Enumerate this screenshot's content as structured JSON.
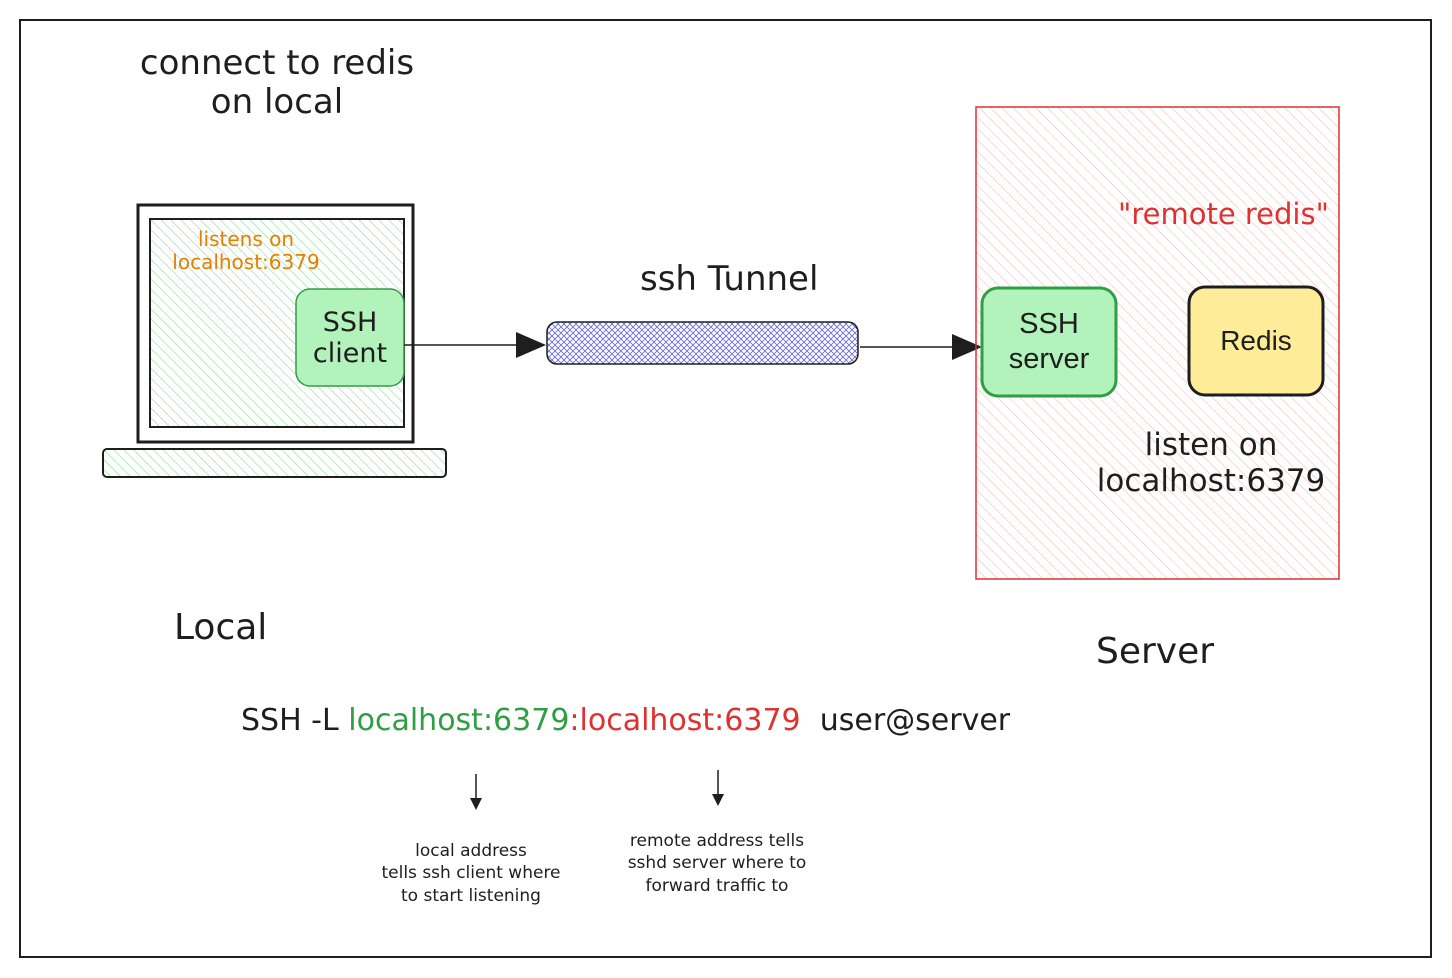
{
  "title": {
    "line1": "connect to redis",
    "line2": "on local"
  },
  "laptop": {
    "listens_line1": "listens on",
    "listens_line2": "localhost:6379",
    "ssh_client_line1": "SSH",
    "ssh_client_line2": "client"
  },
  "tunnel": {
    "label": "ssh Tunnel"
  },
  "server_box": {
    "label": "\"remote redis\"",
    "ssh_server_line1": "SSH",
    "ssh_server_line2": "server",
    "redis": "Redis",
    "listen_line1": "listen on",
    "listen_line2": "localhost:6379"
  },
  "sides": {
    "local": "Local",
    "server": "Server"
  },
  "command": {
    "prefix": "SSH -L",
    "local_address": "localhost:6379",
    "remote_address": ":localhost:6379",
    "target": "user@server"
  },
  "notes": {
    "local": [
      "local address",
      "tells ssh client where",
      "to start listening"
    ],
    "remote": [
      "remote address tells",
      "sshd server where to",
      "forward traffic to"
    ]
  },
  "colors": {
    "ink": "#1e1e1e",
    "green_fill": "#b2f2bb",
    "green_stroke": "#2f9e44",
    "red": "#e03131",
    "orange": "#e67e00",
    "yellow_fill": "#ffec99",
    "tunnel_fill": "#7b7bd8"
  },
  "icons": [
    "laptop-icon",
    "arrow-right-icon",
    "arrow-down-icon"
  ]
}
